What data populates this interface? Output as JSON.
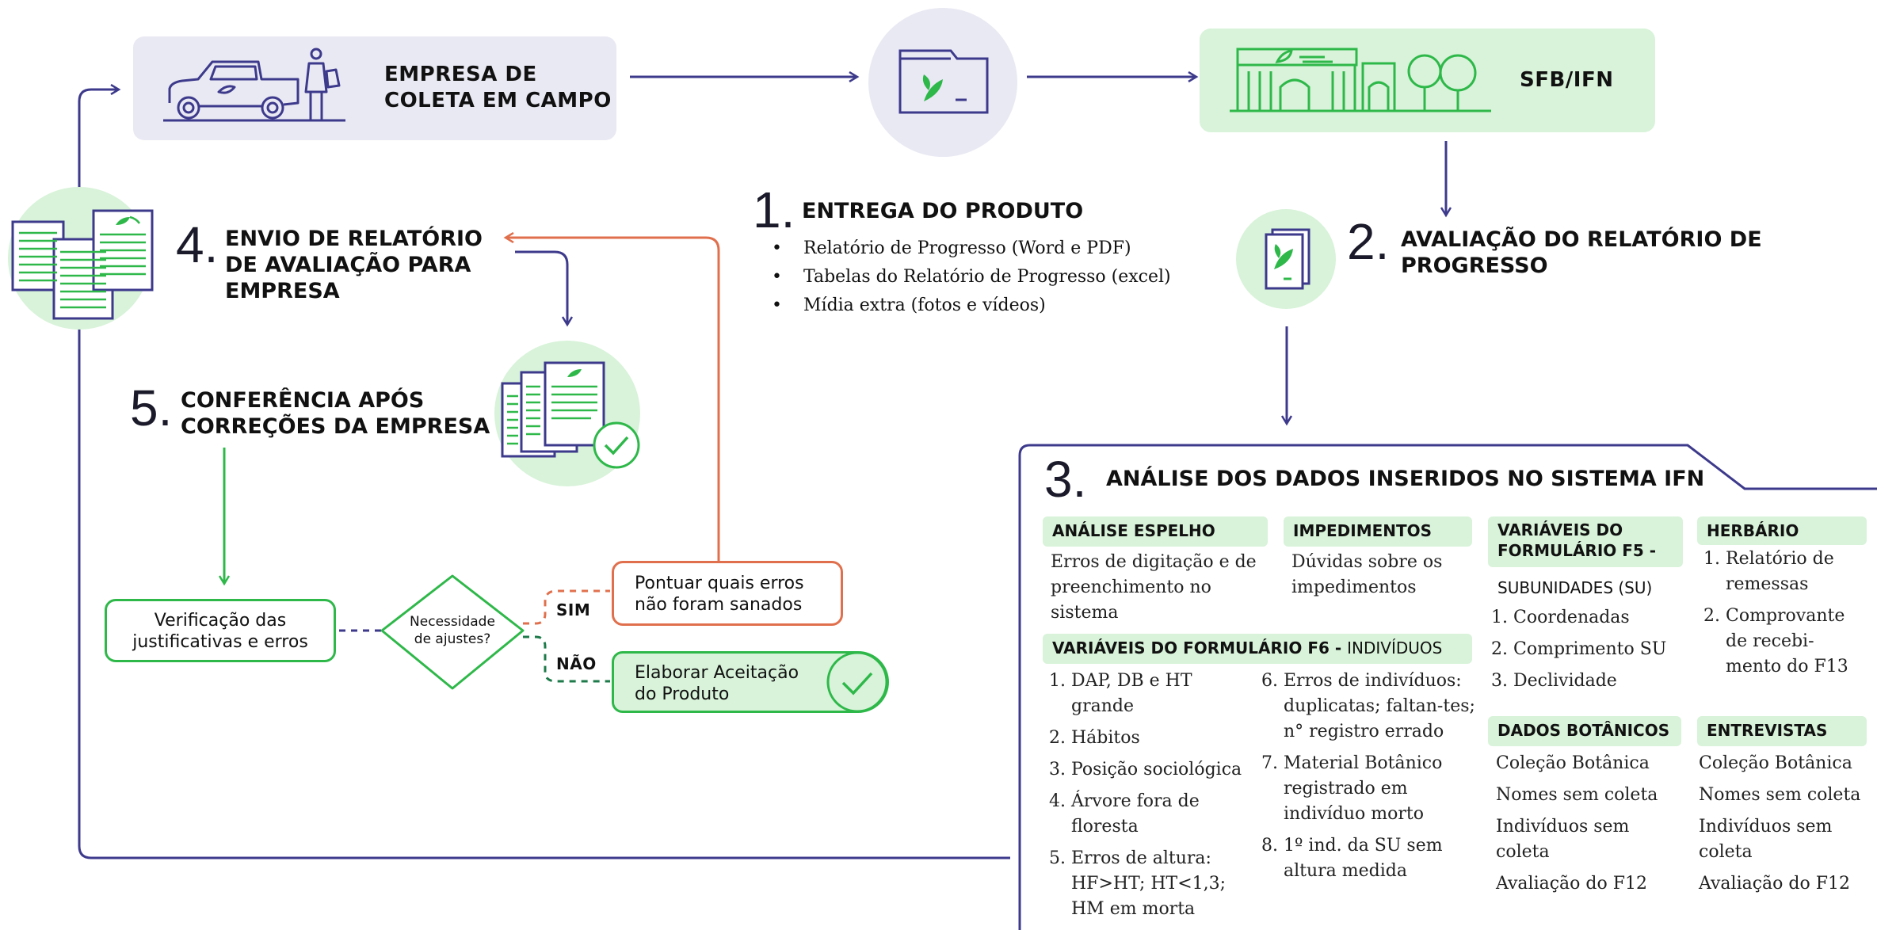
{
  "colors": {
    "navy": "#3d3a8c",
    "green": "#2fb84a",
    "green_light": "#d8f3d9",
    "lavender": "#e9e9f3",
    "orange": "#e0704d"
  },
  "nodes": {
    "empresa": {
      "line1": "EMPRESA DE",
      "line2": "COLETA EM CAMPO",
      "icon": "pickup-truck-person-icon"
    },
    "sfb": {
      "title": "SFB/IFN",
      "icon": "building-trees-icon"
    },
    "product_icon": "folder-leaf-icon"
  },
  "step1": {
    "number": "1.",
    "title": "ENTREGA DO PRODUTO",
    "items": [
      "Relatório de Progresso (Word e PDF)",
      "Tabelas do Relatório de Progresso (excel)",
      "Mídia extra (fotos e vídeos)"
    ]
  },
  "step2": {
    "number": "2.",
    "title_line1": "AVALIAÇÃO DO RELATÓRIO DE",
    "title_line2": "PROGRESSO",
    "icon": "report-leaf-icon"
  },
  "step3": {
    "number": "3.",
    "title": "ANÁLISE DOS DADOS INSERIDOS NO SISTEMA IFN",
    "espelho": {
      "label": "ANÁLISE ESPELHO",
      "text": "Erros de digitação e de preenchimento no sistema"
    },
    "impedimentos": {
      "label": "IMPEDIMENTOS",
      "text": "Dúvidas sobre os impedimentos"
    },
    "f5": {
      "label_line1": "VARIÁVEIS DO",
      "label_line2": "FORMULÁRIO F5 -",
      "sub": "SUBUNIDADES (SU)",
      "items": [
        "Coordenadas",
        "Comprimento SU",
        "Declividade"
      ]
    },
    "herbario": {
      "label": "HERBÁRIO",
      "items": [
        "Relatório de remessas",
        "Comprovante de recebi-mento do F13"
      ]
    },
    "f6": {
      "label": "VARIÁVEIS DO FORMULÁRIO F6 - ",
      "label_norm": "INDIVÍDUOS",
      "col1": [
        "DAP, DB e HT grande",
        "Hábitos",
        "Posição sociológica",
        "Árvore fora de floresta",
        "Erros de altura: HF>HT; HT<1,3; HM em morta"
      ],
      "col2": [
        "Erros de indivíduos: duplicatas; faltan-tes; n° registro errado",
        "Material Botânico registrado em indivíduo morto",
        "1º ind. da SU sem altura medida"
      ]
    },
    "botanicos": {
      "label": "DADOS BOTÂNICOS",
      "items": [
        "Coleção Botânica",
        "Nomes sem coleta",
        "Indivíduos sem coleta",
        "Avaliação do F12"
      ]
    },
    "entrevistas": {
      "label": "ENTREVISTAS",
      "items": [
        "Coleção Botânica",
        "Nomes sem coleta",
        "Indivíduos sem coleta",
        "Avaliação do F12"
      ]
    }
  },
  "step4": {
    "number": "4.",
    "line1": "ENVIO DE RELATÓRIO",
    "line2": "DE AVALIAÇÃO PARA",
    "line3": "EMPRESA",
    "icon": "documents-stack-icon"
  },
  "step5": {
    "number": "5.",
    "line1": "CONFERÊNCIA APÓS",
    "line2": "CORREÇÕES DA EMPRESA",
    "icon": "documents-check-icon"
  },
  "flow": {
    "verificacao": {
      "line1": "Verificação das",
      "line2": "justificativas e erros"
    },
    "decision": {
      "line1": "Necessidade",
      "line2": "de ajustes?"
    },
    "sim": "SIM",
    "nao": "NÃO",
    "pontuar": {
      "line1": "Pontuar quais erros",
      "line2": "não foram sanados"
    },
    "elaborar": {
      "line1": "Elaborar Aceitação",
      "line2": "do Produto",
      "icon": "checkmark-circle-icon"
    }
  }
}
